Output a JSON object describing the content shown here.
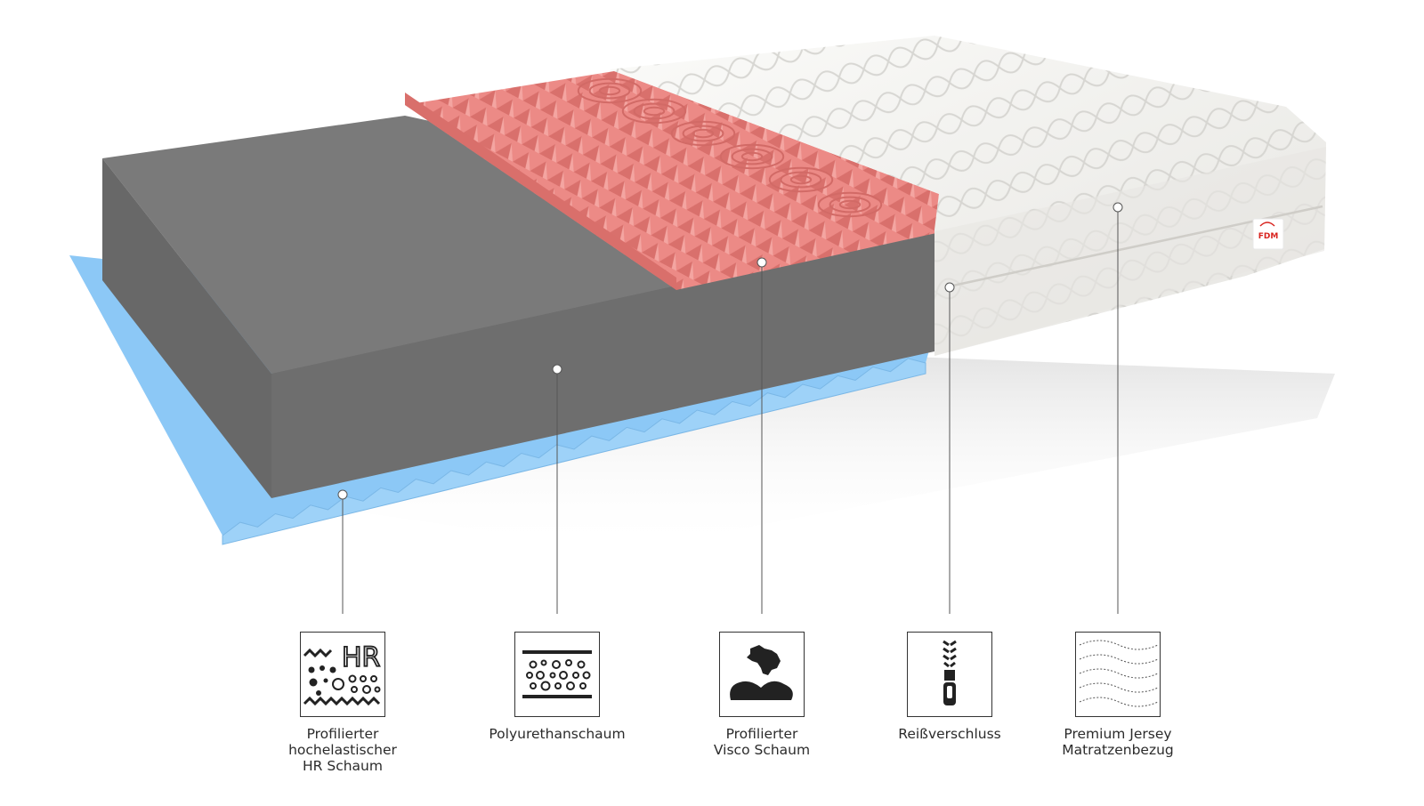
{
  "brand": {
    "logo_text": "FDM"
  },
  "colors": {
    "gray_foam": "#7a7a7a",
    "gray_foam_front": "#6a6a6a",
    "pink_foam": "#ec8a86",
    "blue_foam": "#8cc8f6",
    "cover": "#f2f1ee",
    "logo_red": "#d8231e"
  },
  "features": [
    {
      "icon": "hr-foam-icon",
      "lines": [
        "Profilierter",
        "hochelastischer",
        "HR Schaum"
      ]
    },
    {
      "icon": "polyurethane-foam-icon",
      "lines": [
        "Polyurethanschaum"
      ]
    },
    {
      "icon": "visco-foam-hand-icon",
      "lines": [
        "Profilierter",
        "Visco Schaum"
      ]
    },
    {
      "icon": "zipper-icon",
      "lines": [
        "Reißverschluss"
      ]
    },
    {
      "icon": "jersey-cover-icon",
      "lines": [
        "Premium Jersey",
        "Matratzenbezug"
      ]
    }
  ],
  "icon_text": {
    "hr": "HR"
  }
}
